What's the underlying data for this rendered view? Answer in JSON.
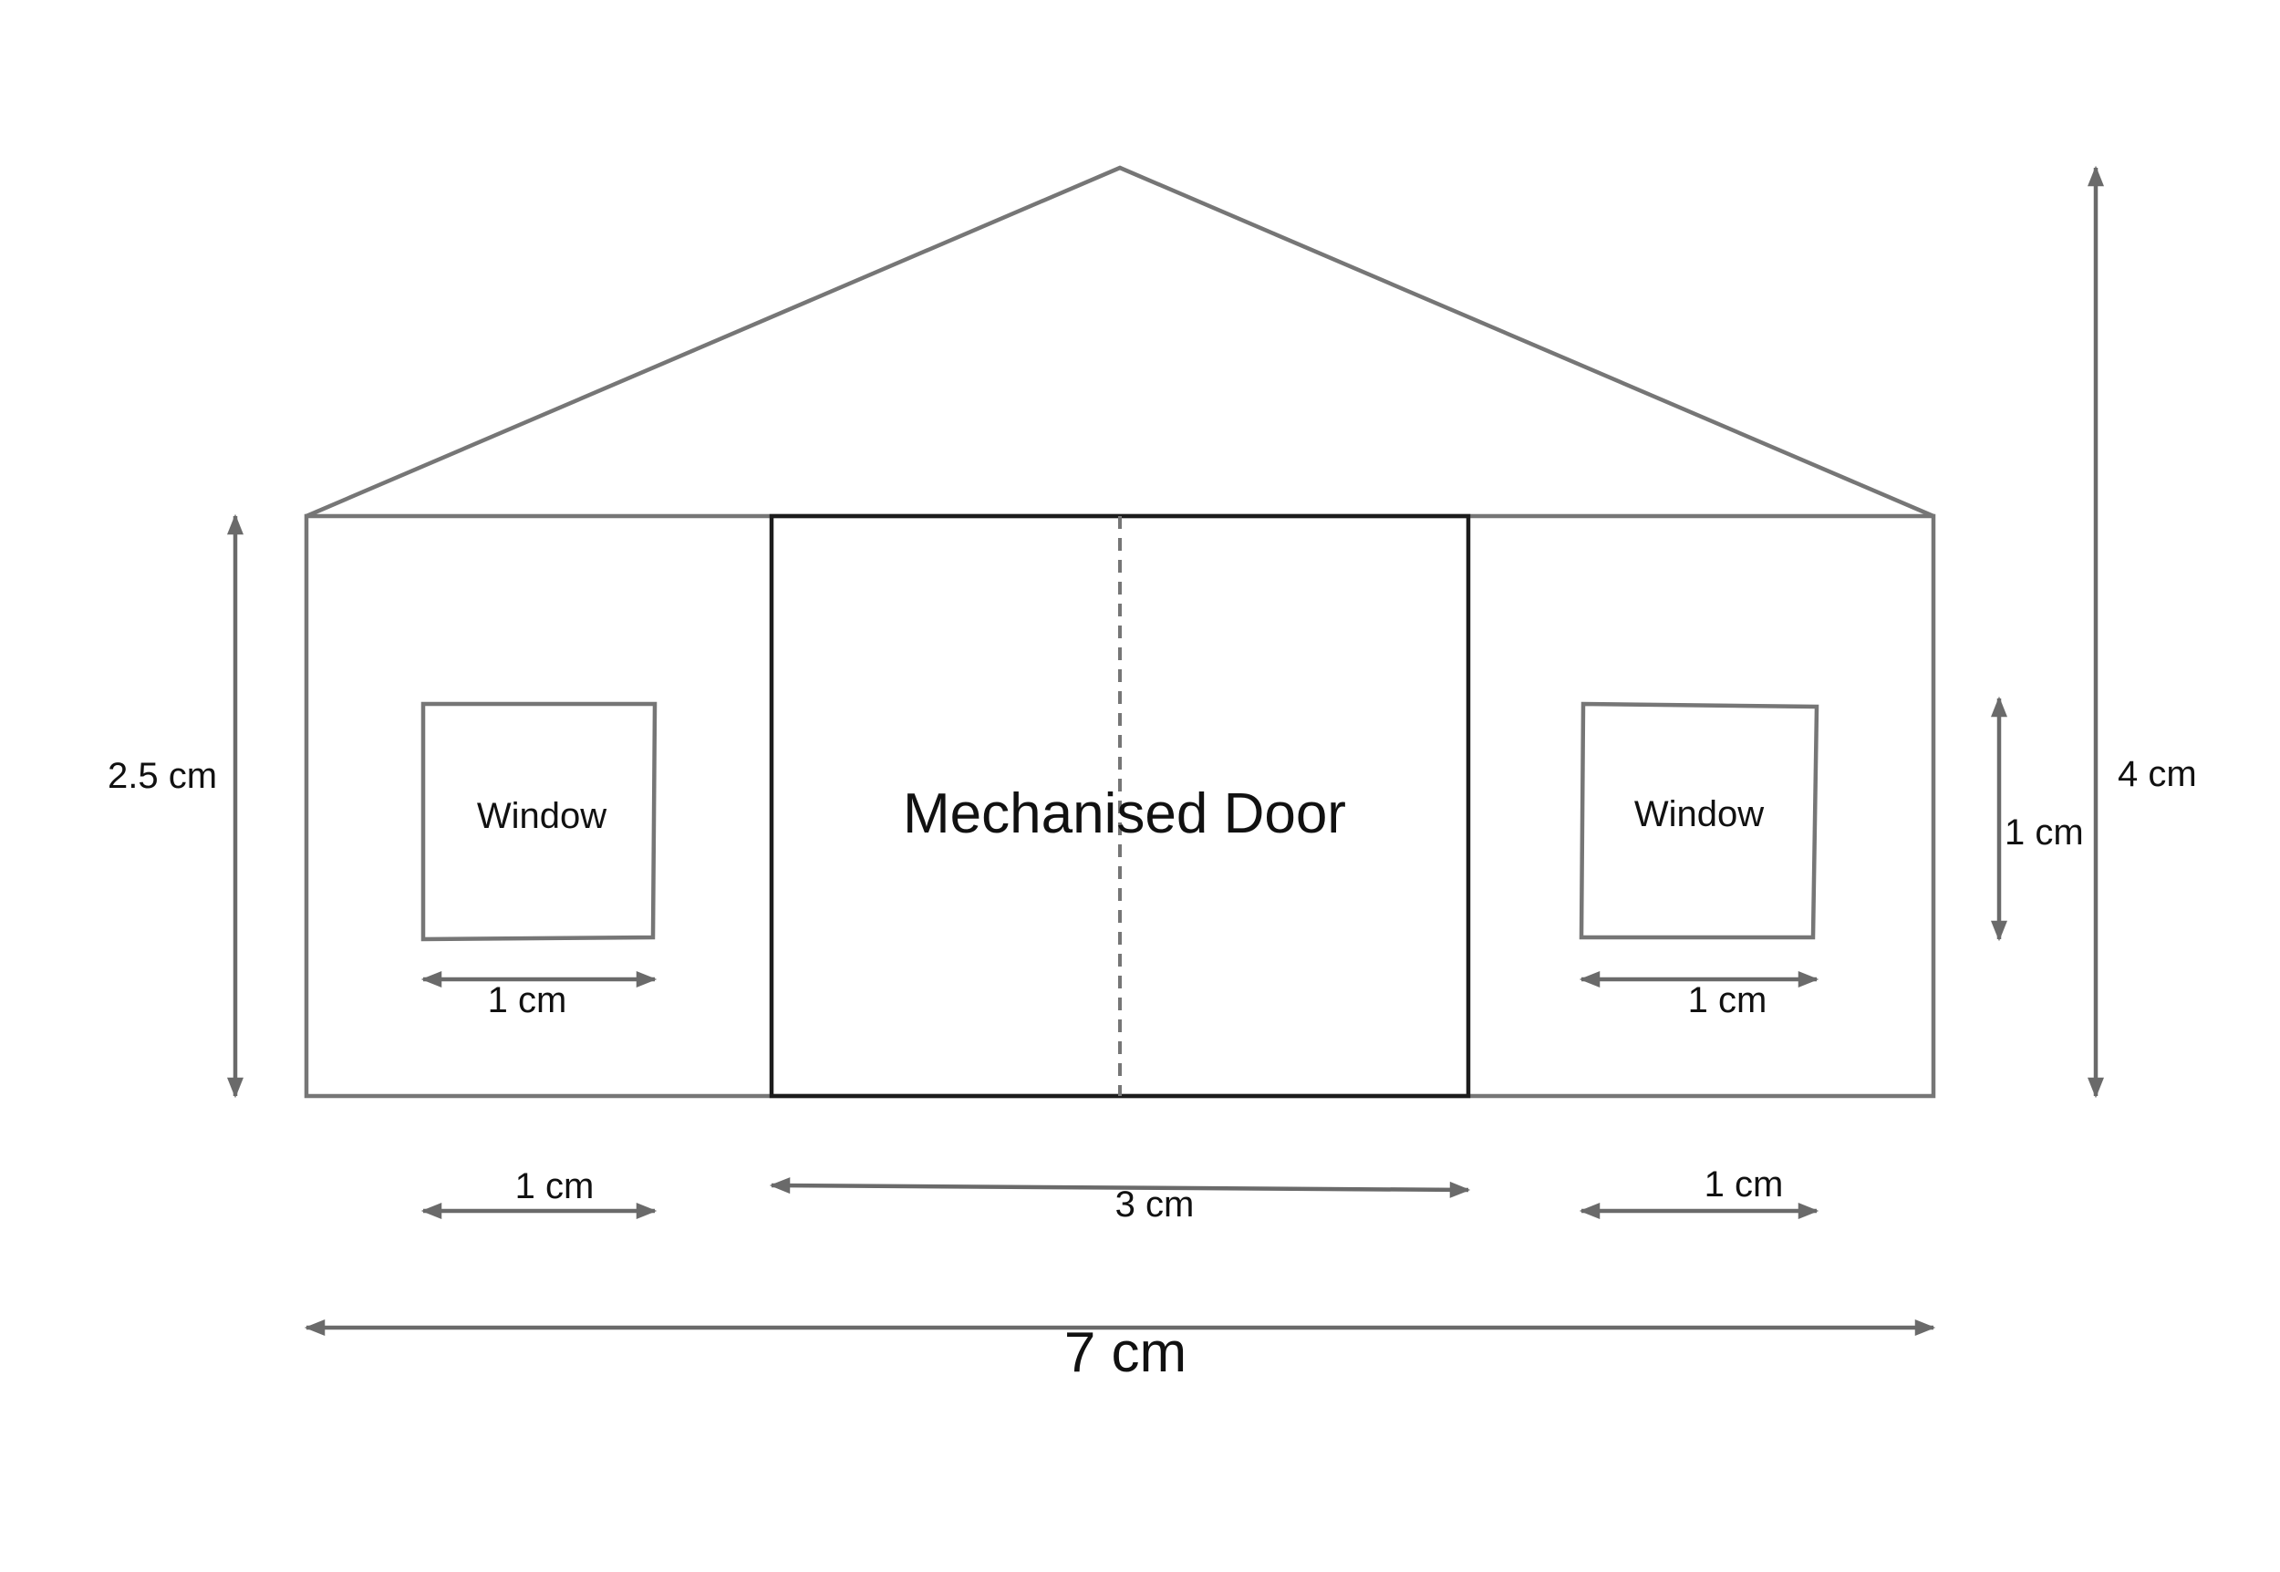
{
  "diagram": {
    "door_label": "Mechanised Door",
    "left_window_label": "Window",
    "right_window_label": "Window",
    "dimensions": {
      "wall_height": "2.5 cm",
      "total_height": "4 cm",
      "window_height": "1 cm",
      "left_window_width": "1 cm",
      "right_window_width": "1 cm",
      "left_gap": "1 cm",
      "door_width": "3 cm",
      "right_gap": "1 cm",
      "total_width": "7 cm"
    }
  },
  "colors": {
    "outline": "#767676",
    "door_outline": "#1c1c1c",
    "dimension_arrow": "#6a6a6a"
  }
}
